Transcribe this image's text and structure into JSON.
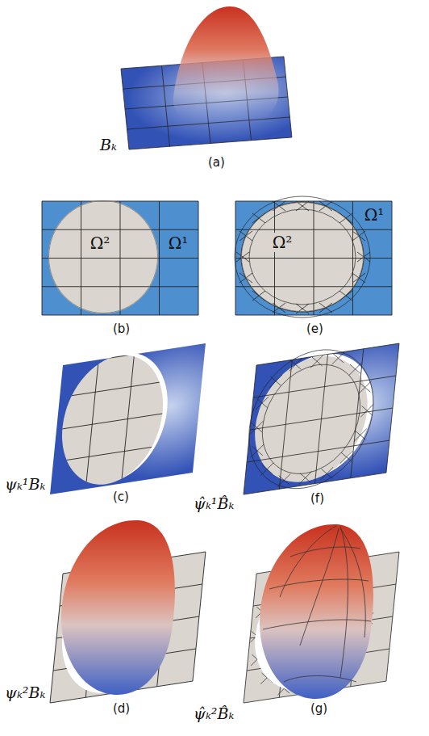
{
  "diagram": {
    "nodes": [
      {
        "text": [
          "Ω¹"
        ]
      },
      {
        "text": [
          "Ω²"
        ],
        "in": 0
      },
      {
        "text": [
          "Ω¹"
        ]
      },
      {
        "text": [
          "Ω²"
        ],
        "in": 2
      }
    ],
    "labels": [
      "Bₖ",
      "(a)",
      "(b)",
      "(e)",
      "ψₖ¹Bₖ",
      "(c)",
      "ψ̂ₖ¹B̂ₖ",
      "(f)",
      "ψₖ²Bₖ",
      "(d)",
      "ψ̂ₖ²B̂ₖ",
      "(g)"
    ]
  }
}
